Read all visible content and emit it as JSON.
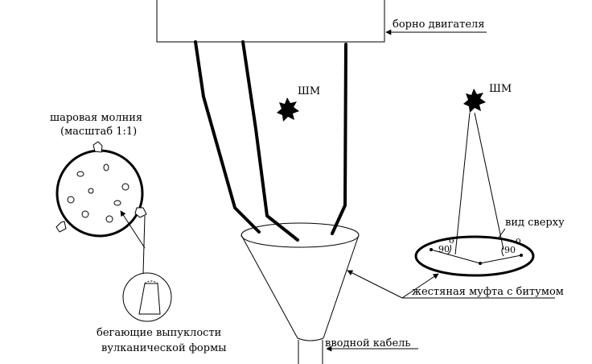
{
  "labels": {
    "motor_terminal": "борно двигателя",
    "bl_center": "ШМ",
    "bl_right": "ШМ",
    "ball_lightning_title": "шаровая молния",
    "ball_lightning_scale": "(масштаб 1:1)",
    "top_view": "вид сверху",
    "angle_left": "90",
    "angle_right": "90",
    "degree_mark_left": "о",
    "degree_mark_right": "о",
    "tin_sleeve": "жестяная муфта с битумом",
    "input_cable": "вводной кабель",
    "bumps_line1": "бегающие выпуклости",
    "bumps_line2": "вулканической формы"
  },
  "colors": {
    "ink": "#000000",
    "background": "#ffffff"
  }
}
